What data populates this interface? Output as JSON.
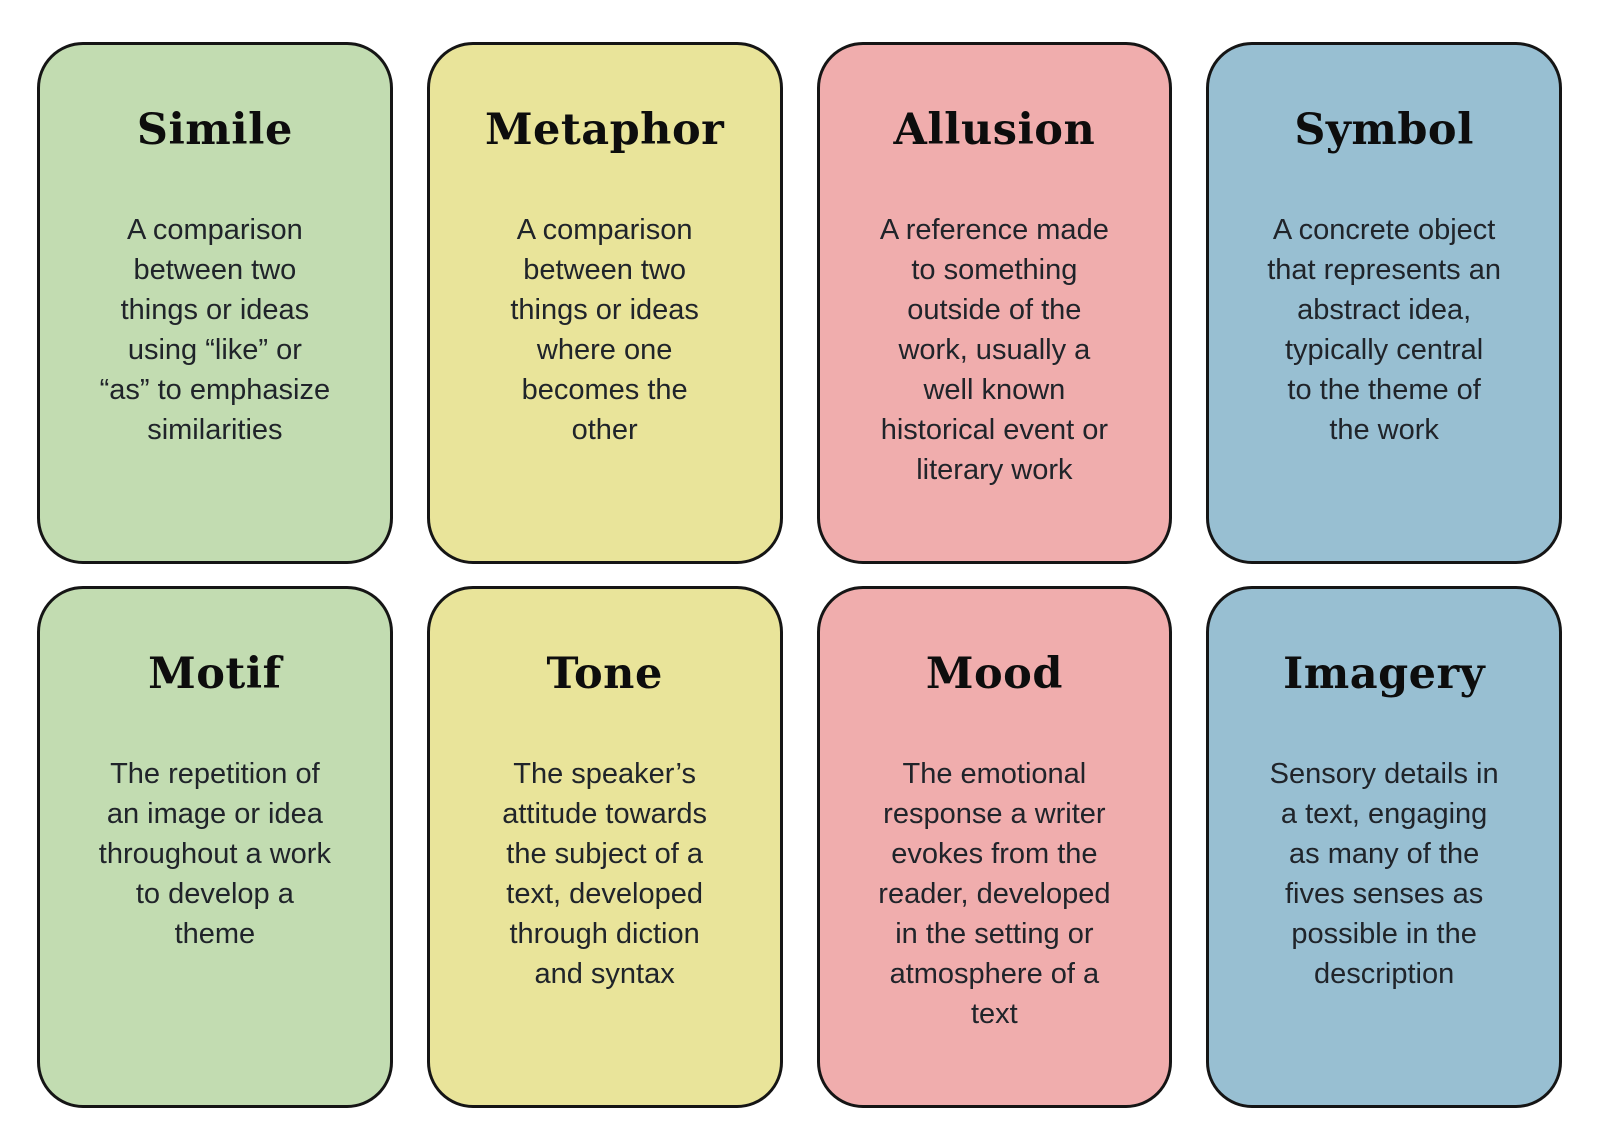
{
  "page": {
    "background": "#ffffff",
    "border_color": "#151515",
    "title_color": "#0d0d0d",
    "body_color": "#20242a"
  },
  "palette": {
    "green": "#c2dcb1",
    "yellow": "#e9e49a",
    "pink": "#f0adad",
    "blue": "#98bfd2"
  },
  "cards": [
    {
      "title": "Simile",
      "definition": "A comparison\nbetween two\nthings or ideas\nusing “like” or\n“as” to emphasize\nsimilarities",
      "bg": "#c2dcb1"
    },
    {
      "title": "Metaphor",
      "definition": "A comparison\nbetween two\nthings or ideas\nwhere one\nbecomes the\nother",
      "bg": "#e9e49a"
    },
    {
      "title": "Allusion",
      "definition": "A reference made\nto something\noutside of the\nwork, usually a\nwell known\nhistorical event or\nliterary work",
      "bg": "#f0adad"
    },
    {
      "title": "Symbol",
      "definition": "A concrete object\nthat represents an\nabstract idea,\ntypically central\nto the theme of\nthe work",
      "bg": "#98bfd2"
    },
    {
      "title": "Motif",
      "definition": "The repetition of\nan image or idea\nthroughout a work\nto develop a\ntheme",
      "bg": "#c2dcb1"
    },
    {
      "title": "Tone",
      "definition": "The speaker’s\nattitude towards\nthe subject of a\ntext, developed\nthrough diction\nand syntax",
      "bg": "#e9e49a"
    },
    {
      "title": "Mood",
      "definition": "The emotional\nresponse a writer\nevokes from the\nreader, developed\nin the setting or\natmosphere of a\ntext",
      "bg": "#f0adad"
    },
    {
      "title": "Imagery",
      "definition": "Sensory details in\na text, engaging\nas many of the\nfives senses as\npossible in the\ndescription",
      "bg": "#98bfd2"
    }
  ]
}
